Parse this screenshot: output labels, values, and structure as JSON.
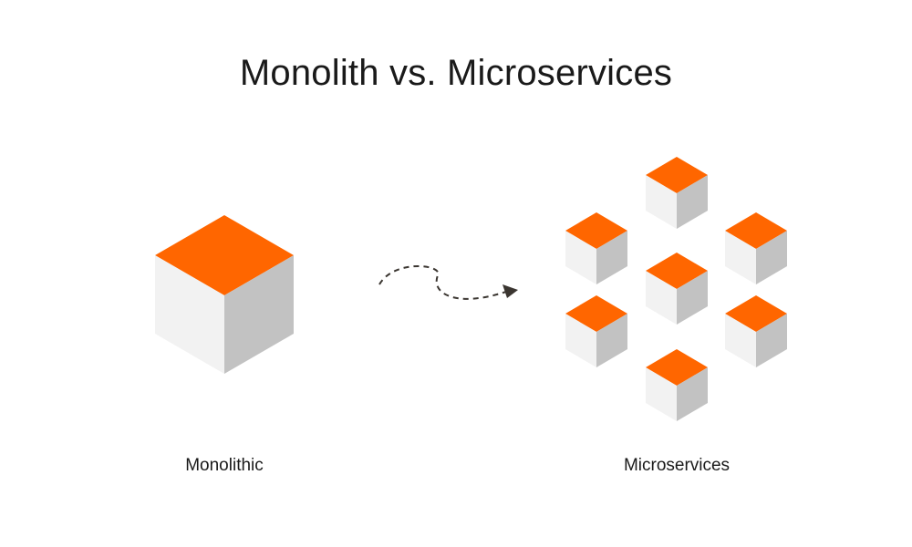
{
  "title": "Monolith vs. Microservices",
  "monolith": {
    "label": "Monolithic",
    "icon": "cube-icon"
  },
  "microservices": {
    "label": "Microservices",
    "icon": "cube-icon",
    "count": 7
  },
  "arrow": {
    "style": "dashed",
    "icon": "curved-arrow-icon"
  },
  "colors": {
    "top": "#ff6600",
    "left": "#f2f2f2",
    "right": "#c2c2c2",
    "text": "#1a1a1a",
    "arrow": "#3a3530"
  }
}
